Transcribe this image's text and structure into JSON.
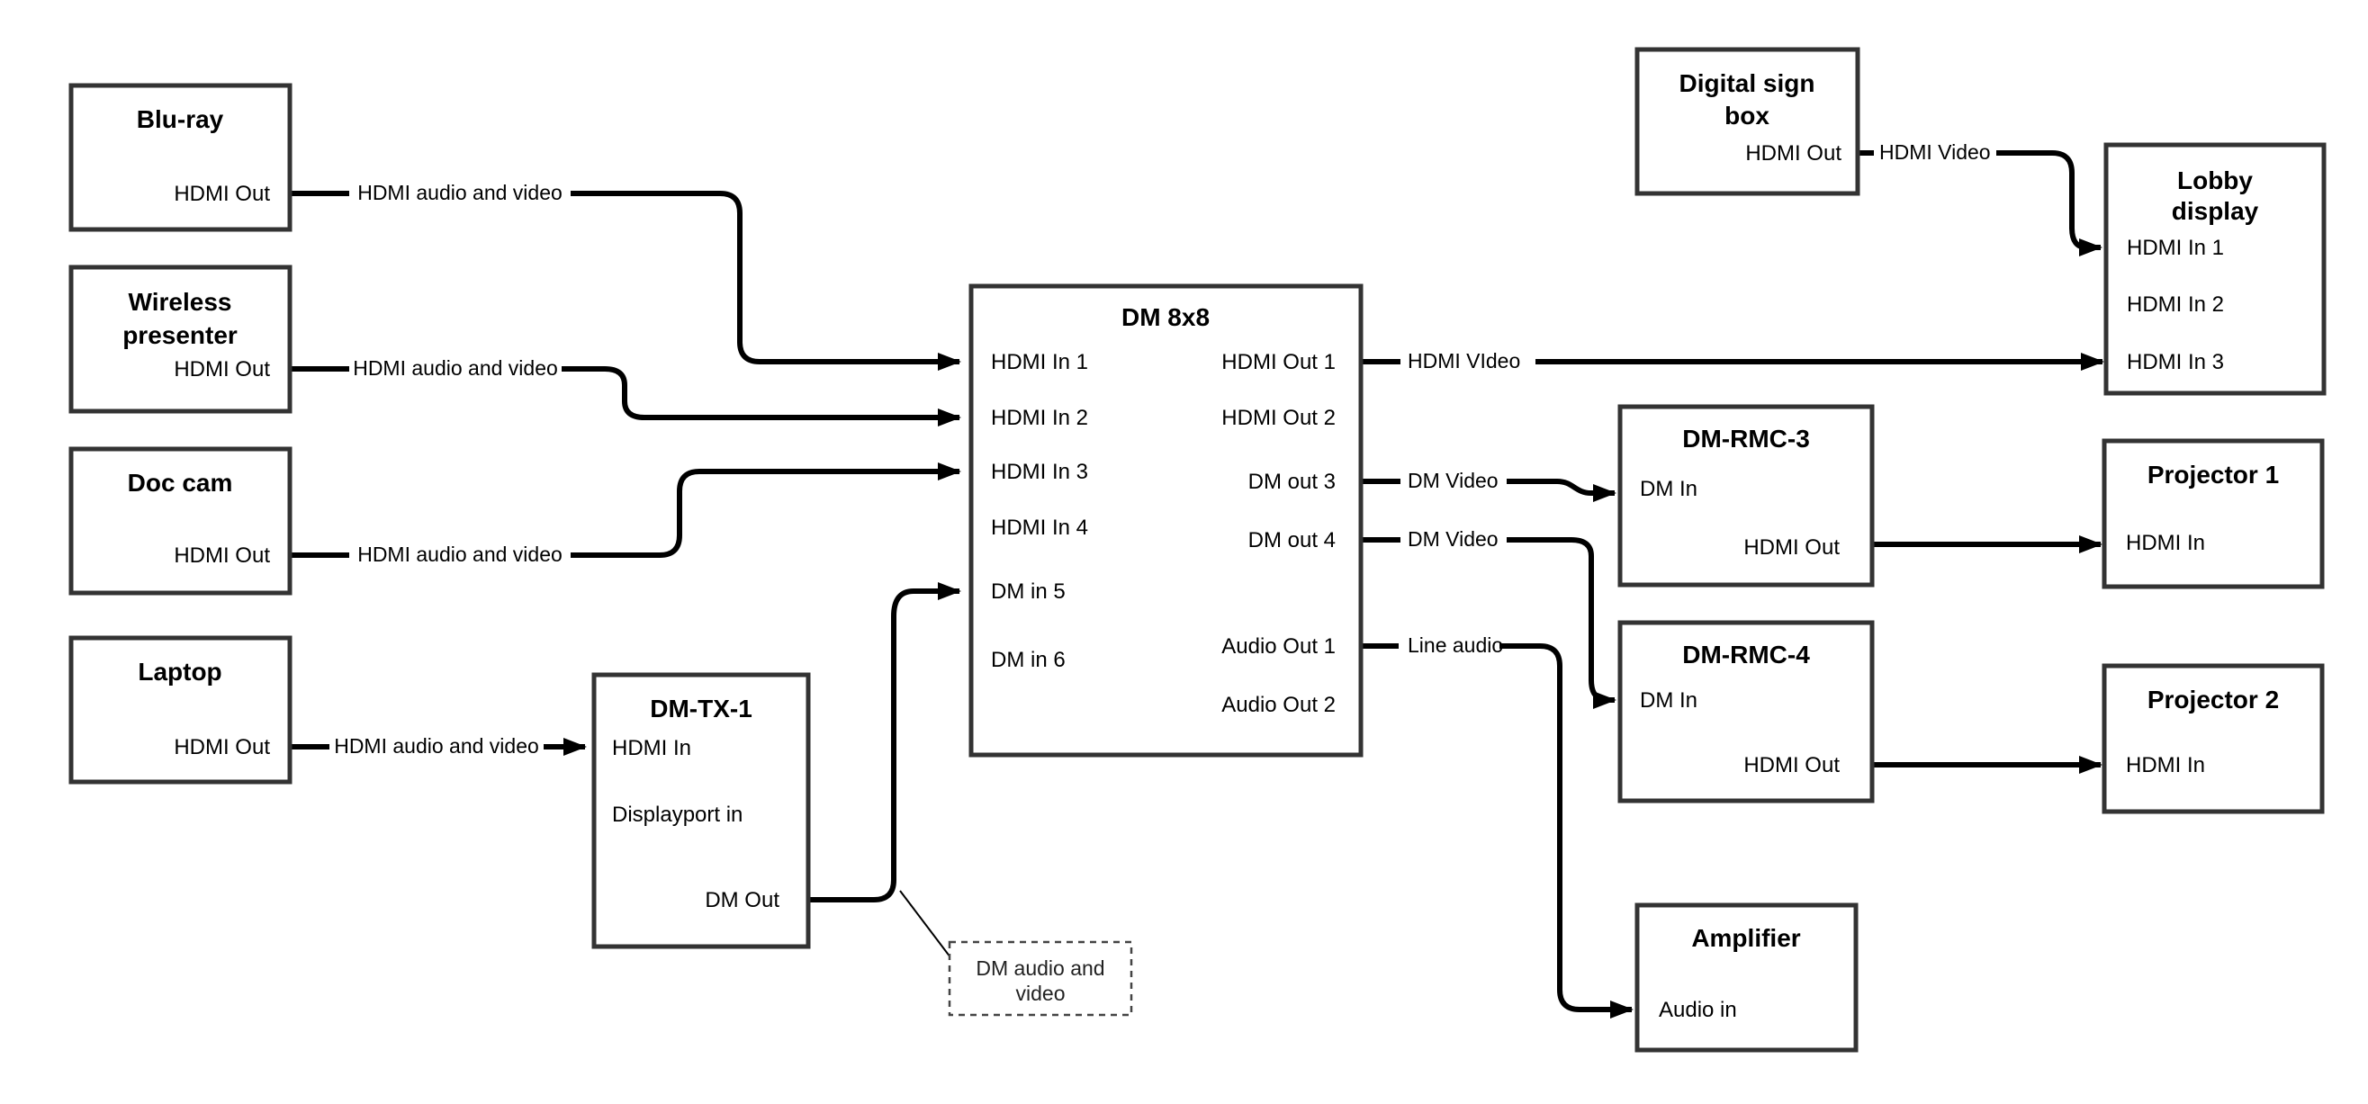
{
  "colors": {
    "wire": "#000000",
    "box_border": "#333333",
    "background": "#ffffff",
    "text": "#000000"
  },
  "nodes": {
    "bluray": {
      "title": "Blu-ray",
      "port_hdmi_out": "HDMI Out"
    },
    "wireless_presenter": {
      "title_line1": "Wireless",
      "title_line2": "presenter",
      "port_hdmi_out": "HDMI Out"
    },
    "doc_cam": {
      "title": "Doc cam",
      "port_hdmi_out": "HDMI Out"
    },
    "laptop": {
      "title": "Laptop",
      "port_hdmi_out": "HDMI Out"
    },
    "dm_tx_1": {
      "title": "DM-TX-1",
      "port_hdmi_in": "HDMI In",
      "port_displayport_in": "Displayport in",
      "port_dm_out": "DM Out"
    },
    "dm_8x8": {
      "title": "DM 8x8",
      "port_hdmi_in_1": "HDMI In 1",
      "port_hdmi_in_2": "HDMI In 2",
      "port_hdmi_in_3": "HDMI In 3",
      "port_hdmi_in_4": "HDMI In 4",
      "port_dm_in_5": "DM in 5",
      "port_dm_in_6": "DM in 6",
      "port_hdmi_out_1": "HDMI Out 1",
      "port_hdmi_out_2": "HDMI Out 2",
      "port_dm_out_3": "DM out 3",
      "port_dm_out_4": "DM out 4",
      "port_audio_out_1": "Audio Out 1",
      "port_audio_out_2": "Audio Out 2"
    },
    "digital_sign_box": {
      "title_line1": "Digital sign",
      "title_line2": "box",
      "port_hdmi_out": "HDMI Out"
    },
    "lobby_display": {
      "title_line1": "Lobby",
      "title_line2": "display",
      "port_hdmi_in_1": "HDMI In 1",
      "port_hdmi_in_2": "HDMI In 2",
      "port_hdmi_in_3": "HDMI In 3"
    },
    "dm_rmc_3": {
      "title": "DM-RMC-3",
      "port_dm_in": "DM In",
      "port_hdmi_out": "HDMI Out"
    },
    "dm_rmc_4": {
      "title": "DM-RMC-4",
      "port_dm_in": "DM In",
      "port_hdmi_out": "HDMI Out"
    },
    "projector_1": {
      "title": "Projector 1",
      "port_hdmi_in": "HDMI In"
    },
    "projector_2": {
      "title": "Projector 2",
      "port_hdmi_in": "HDMI In"
    },
    "amplifier": {
      "title": "Amplifier",
      "port_audio_in": "Audio in"
    }
  },
  "wires": {
    "bluray_to_dm8x8": "HDMI audio and video",
    "wireless_to_dm8x8": "HDMI audio and video",
    "doccam_to_dm8x8": "HDMI audio and video",
    "laptop_to_dmtx1": "HDMI audio and video",
    "hdmi_out1_to_lobby": "HDMI VIdeo",
    "dm_out3_to_rmc3": "DM Video",
    "dm_out4_to_rmc4": "DM Video",
    "audio_out1_to_amp": "Line audio",
    "digital_sign_to_lobby": "HDMI Video"
  },
  "note": {
    "line1": "DM audio and",
    "line2": "video"
  }
}
